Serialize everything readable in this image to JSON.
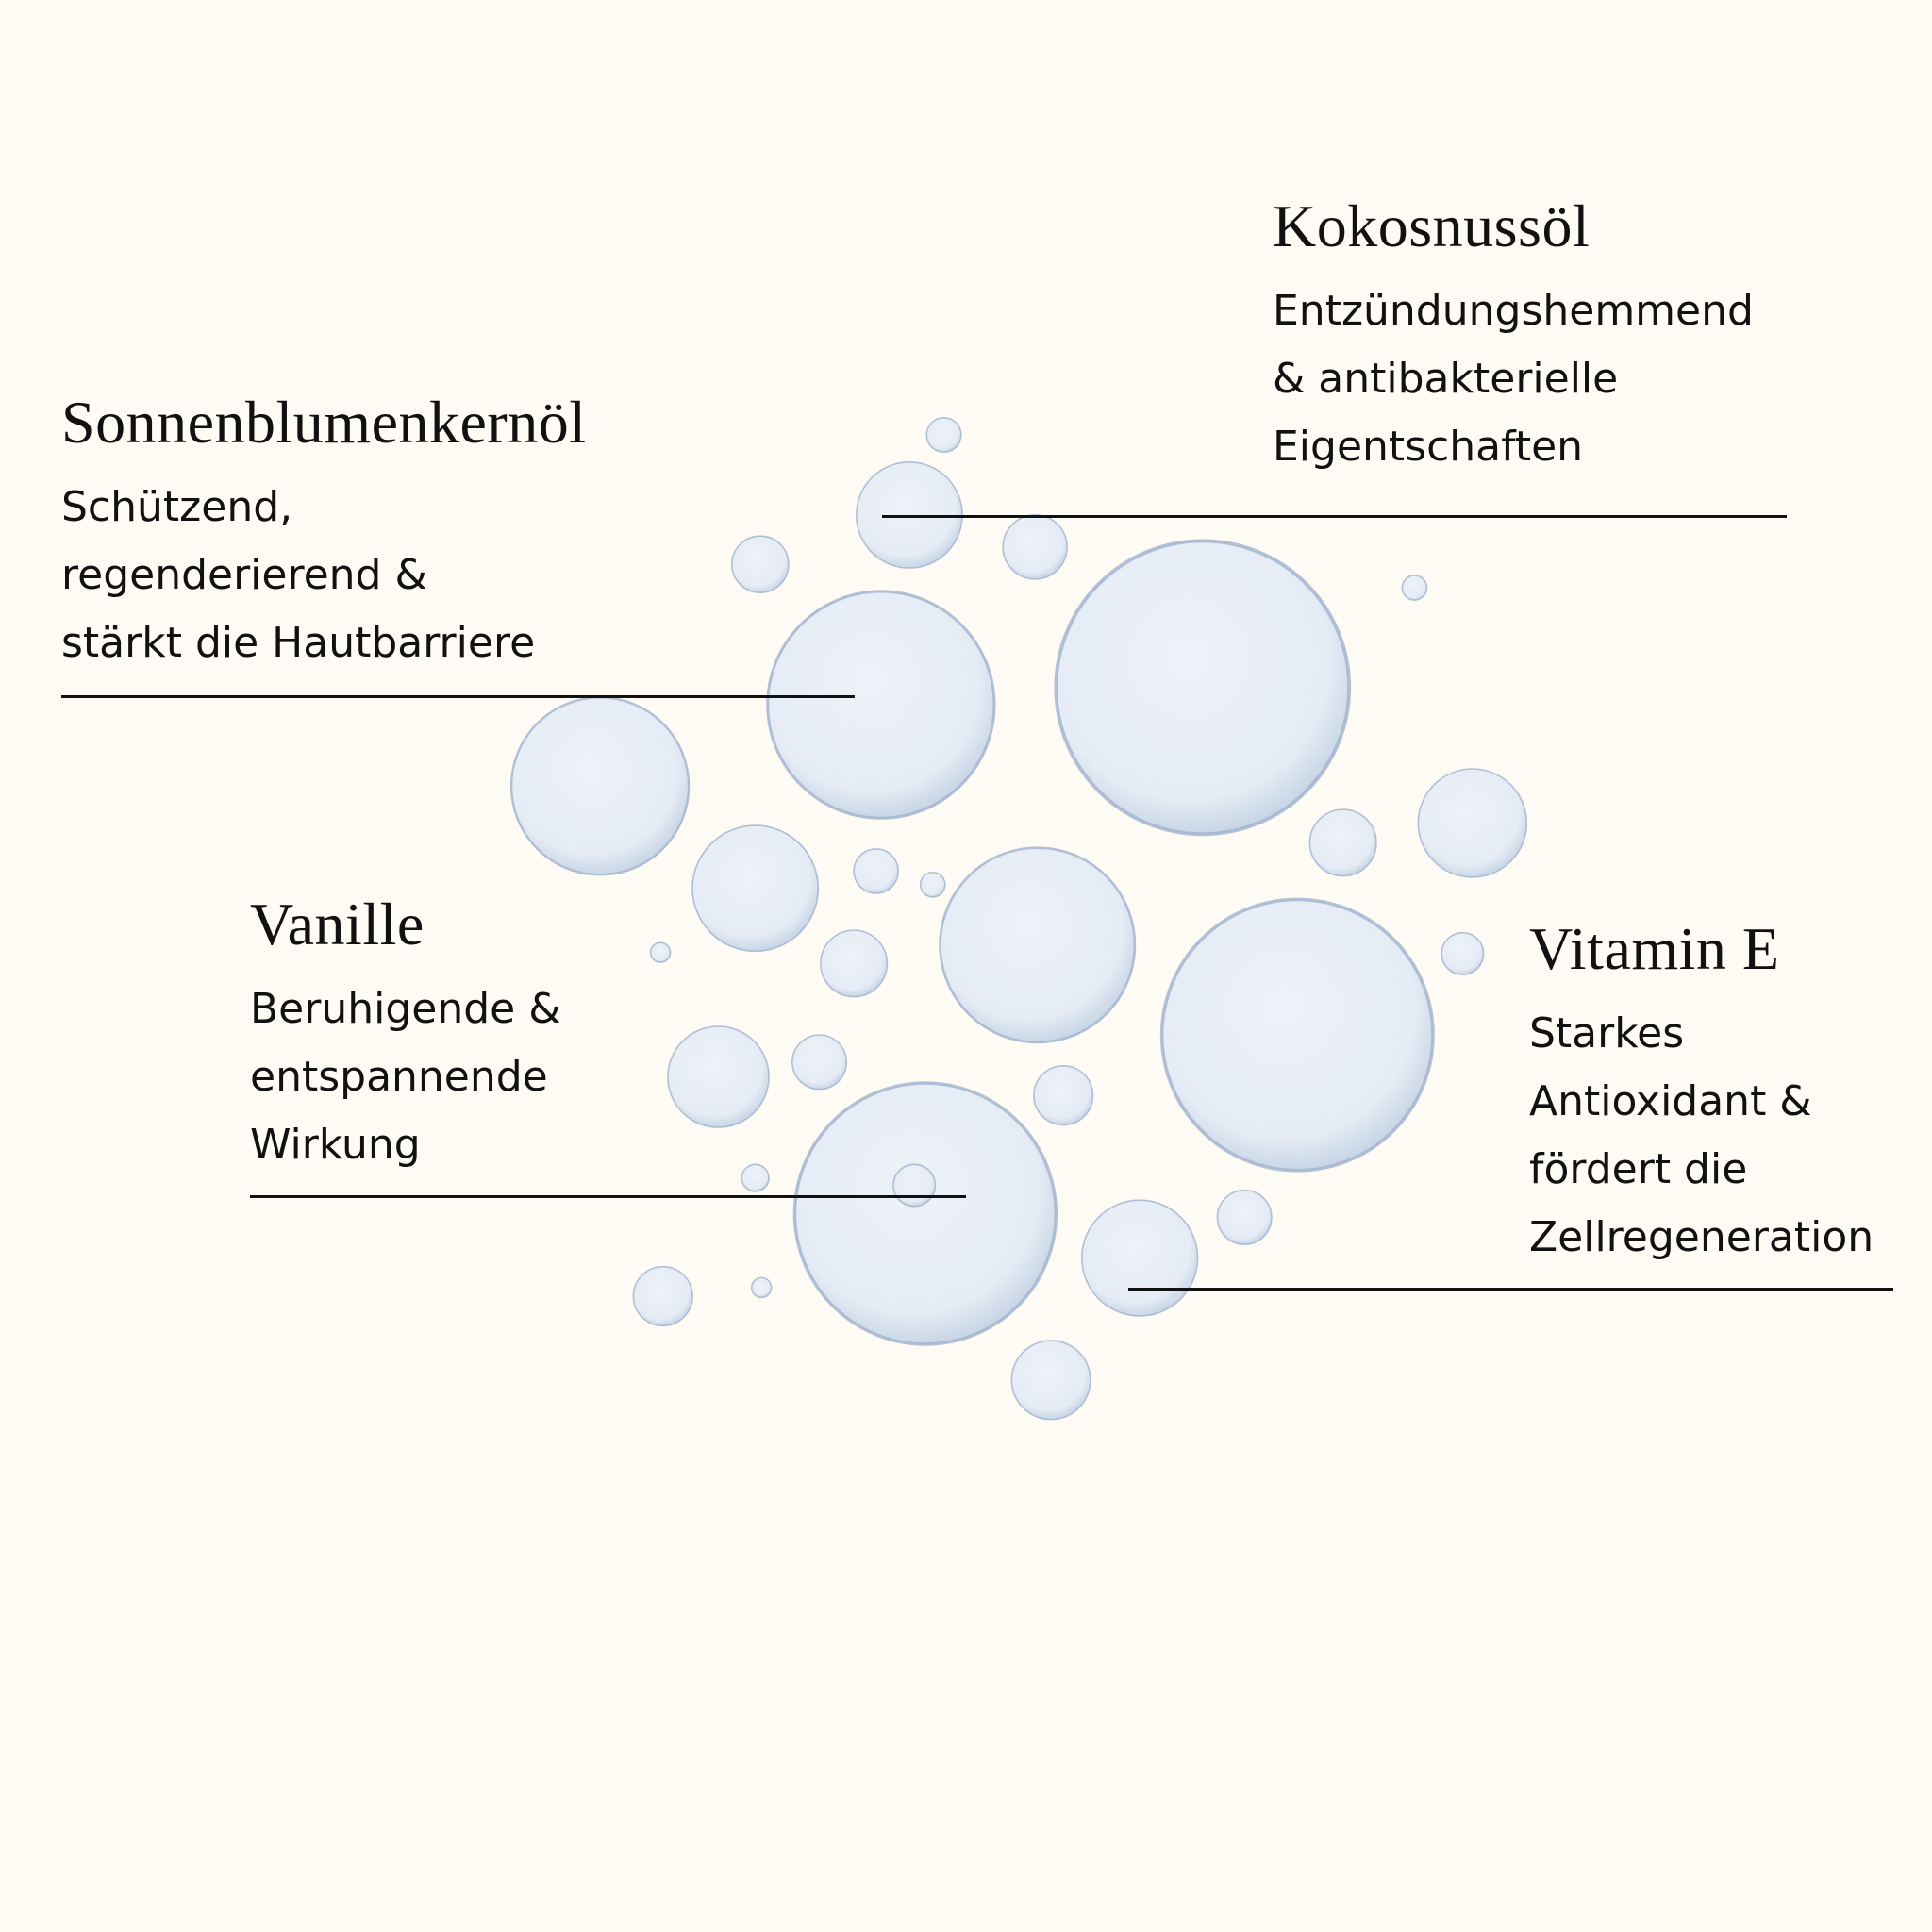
{
  "ingredients": [
    {
      "title": "Kokosnussöl",
      "lines": [
        "Entzündungshemmend",
        "& antibakterielle",
        "Eigentschaften"
      ]
    },
    {
      "title": "Sonnenblumenkernöl",
      "lines": [
        "Schützend,",
        "regenderierend &",
        "stärkt die Hautbarriere"
      ]
    },
    {
      "title": "Vanille",
      "lines": [
        "Beruhigende &",
        "entspannende",
        "Wirkung"
      ]
    },
    {
      "title": "Vitamin E",
      "lines": [
        "Starkes",
        "Antioxidant &",
        "fördert die",
        "Zellregeneration"
      ]
    }
  ],
  "colors": {
    "background": "#fefaf4",
    "bubble_stroke": "#9fb2cc",
    "text": "#111111"
  }
}
